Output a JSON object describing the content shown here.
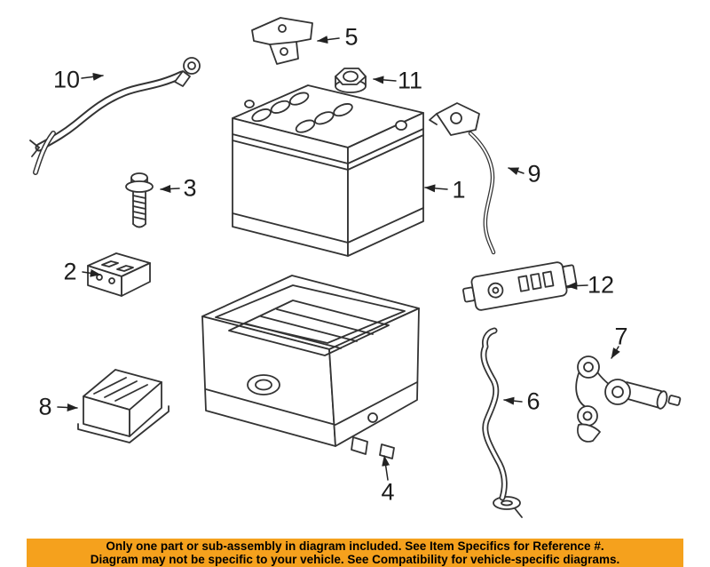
{
  "diagram": {
    "callouts": [
      {
        "num": "1"
      },
      {
        "num": "2"
      },
      {
        "num": "3"
      },
      {
        "num": "4"
      },
      {
        "num": "5"
      },
      {
        "num": "6"
      },
      {
        "num": "7"
      },
      {
        "num": "8"
      },
      {
        "num": "9"
      },
      {
        "num": "10"
      },
      {
        "num": "11"
      },
      {
        "num": "12"
      }
    ]
  },
  "banner": {
    "line1": "Only one part or sub-assembly in diagram included. See Item Specifics for Reference #.",
    "line2": "Diagram may not be specific to your vehicle. See Compatibility for vehicle-specific diagrams.",
    "background_color": "#f5a11d",
    "text_color": "#000000"
  },
  "colors": {
    "line_art": "#333333",
    "page_background": "#ffffff"
  }
}
